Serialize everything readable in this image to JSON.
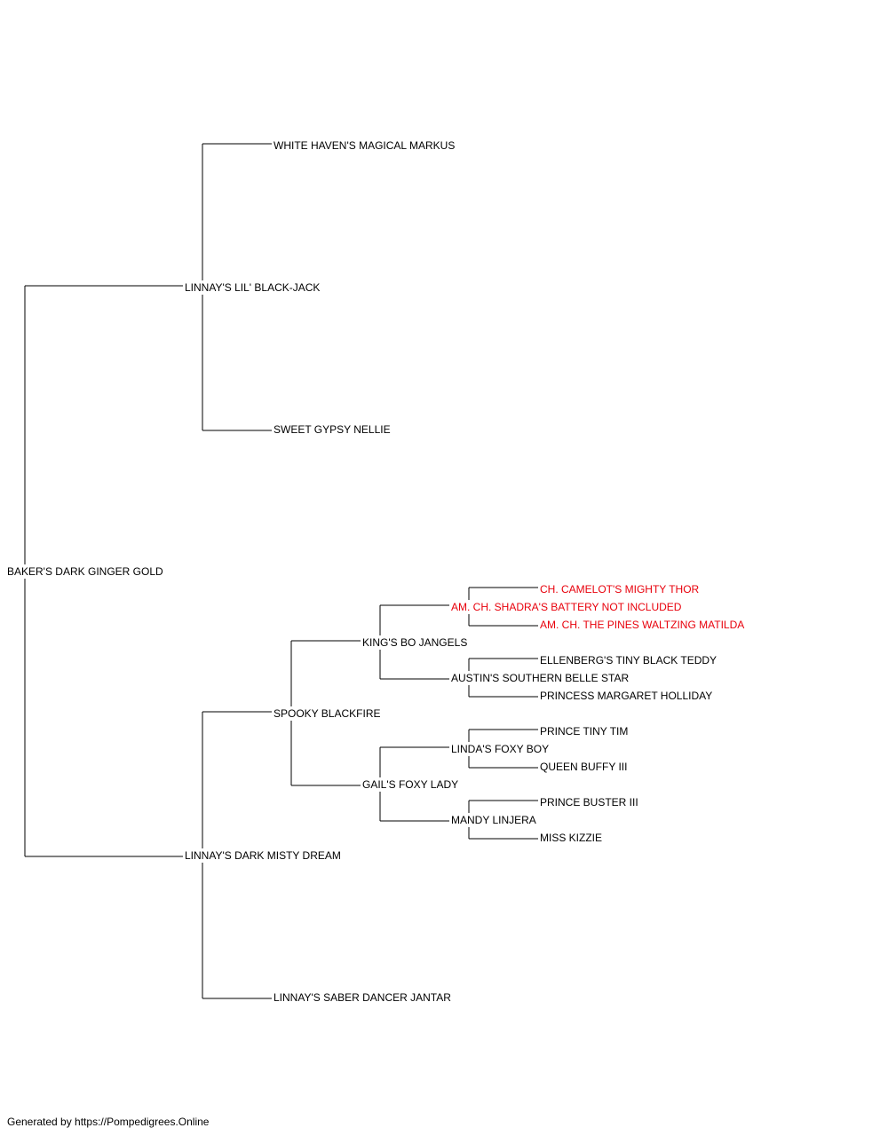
{
  "pedigree": {
    "subject": "BAKER'S DARK GINGER GOLD",
    "sire": "LINNAY'S LIL' BLACK-JACK",
    "sire_sire": "WHITE HAVEN'S MAGICAL MARKUS",
    "sire_dam": "SWEET GYPSY NELLIE",
    "dam": "LINNAY'S DARK MISTY DREAM",
    "dam_sire": "SPOOKY BLACKFIRE",
    "dam_dam": "LINNAY'S SABER DANCER JANTAR",
    "dss_sire": "KING'S BO JANGELS",
    "dss_dam": "GAIL'S FOXY LADY",
    "kbj_sire": "AM. CH. SHADRA'S BATTERY NOT INCLUDED",
    "kbj_dam": "AUSTIN'S SOUTHERN BELLE STAR",
    "gfl_sire": "LINDA'S FOXY BOY",
    "gfl_dam": "MANDY LINJERA",
    "shadra_sire": "CH. CAMELOT'S MIGHTY THOR",
    "shadra_dam": "AM. CH. THE PINES WALTZING MATILDA",
    "austin_sire": "ELLENBERG'S TINY BLACK TEDDY",
    "austin_dam": "PRINCESS MARGARET HOLLIDAY",
    "linda_sire": "PRINCE TINY TIM",
    "linda_dam": "QUEEN BUFFY III",
    "mandy_sire": "PRINCE BUSTER III",
    "mandy_dam": "MISS KIZZIE"
  },
  "champion_color": "#e8000b",
  "footer": "Generated by https://Pompedigrees.Online"
}
